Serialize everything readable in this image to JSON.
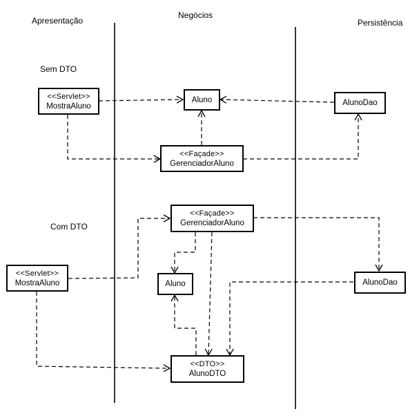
{
  "layers": {
    "presentation": "Apresentação",
    "business": "Negócios",
    "persistence": "Persistência"
  },
  "sections": {
    "without_dto": "Sem DTO",
    "with_dto": "Com DTO"
  },
  "sem_dto": {
    "servlet": {
      "stereotype": "<<Servlet>>",
      "name": "MostraAluno"
    },
    "aluno": {
      "name": "Aluno"
    },
    "aluno_dao": {
      "name": "AlunoDao"
    },
    "facade": {
      "stereotype": "<<Façade>>",
      "name": "GerenciadorAluno"
    }
  },
  "com_dto": {
    "facade": {
      "stereotype": "<<Façade>>",
      "name": "GerenciadorAluno"
    },
    "servlet": {
      "stereotype": "<<Servlet>>",
      "name": "MostraAluno"
    },
    "aluno": {
      "name": "Aluno"
    },
    "aluno_dao": {
      "name": "AlunoDao"
    },
    "dto": {
      "stereotype": "<<DTO>>",
      "name": "AlunoDTO"
    }
  },
  "dependencies": [
    {
      "section": "sem_dto",
      "from": "MostraAluno",
      "to": "Aluno"
    },
    {
      "section": "sem_dto",
      "from": "AlunoDao",
      "to": "Aluno"
    },
    {
      "section": "sem_dto",
      "from": "MostraAluno",
      "to": "GerenciadorAluno"
    },
    {
      "section": "sem_dto",
      "from": "GerenciadorAluno",
      "to": "Aluno"
    },
    {
      "section": "sem_dto",
      "from": "GerenciadorAluno",
      "to": "AlunoDao"
    },
    {
      "section": "com_dto",
      "from": "MostraAluno",
      "to": "GerenciadorAluno"
    },
    {
      "section": "com_dto",
      "from": "GerenciadorAluno",
      "to": "AlunoDao"
    },
    {
      "section": "com_dto",
      "from": "GerenciadorAluno",
      "to": "Aluno"
    },
    {
      "section": "com_dto",
      "from": "GerenciadorAluno",
      "to": "AlunoDTO"
    },
    {
      "section": "com_dto",
      "from": "AlunoDao",
      "to": "AlunoDTO"
    },
    {
      "section": "com_dto",
      "from": "AlunoDTO",
      "to": "Aluno"
    },
    {
      "section": "com_dto",
      "from": "MostraAluno",
      "to": "AlunoDTO"
    }
  ],
  "colors": {
    "line": "#000000",
    "background": "#ffffff"
  }
}
